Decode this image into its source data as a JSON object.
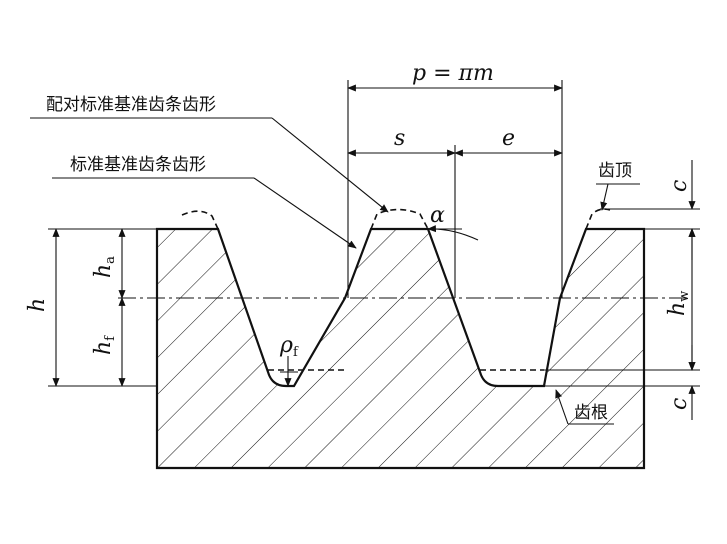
{
  "labels": {
    "pitch": "p = πm",
    "mating_profile": "配对标准基准齿条齿形",
    "standard_profile": "标准基准齿条齿形",
    "tooth_tip": "齿顶",
    "tooth_root": "齿根",
    "s": "s",
    "e": "e",
    "alpha": "α",
    "h": "h",
    "h_a_main": "h",
    "h_a_sub": "a",
    "h_f_main": "h",
    "h_f_sub": "f",
    "rho_main": "ρ",
    "rho_sub": "f",
    "h_w_main": "h",
    "h_w_sub": "w",
    "c_top": "c",
    "c_bottom": "c"
  }
}
